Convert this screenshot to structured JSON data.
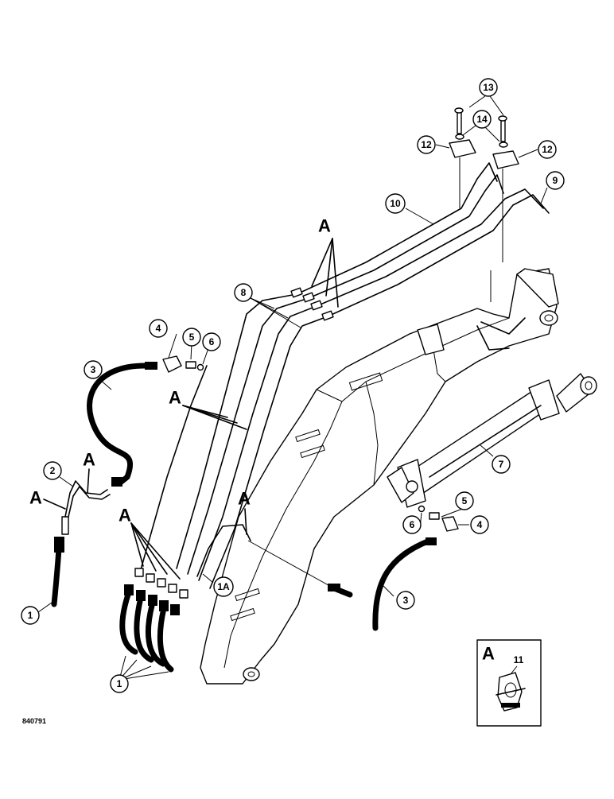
{
  "drawing_number": "840791",
  "callouts": [
    {
      "id": "c13",
      "label": "13"
    },
    {
      "id": "c14",
      "label": "14"
    },
    {
      "id": "c12a",
      "label": "12"
    },
    {
      "id": "c12b",
      "label": "12"
    },
    {
      "id": "c9",
      "label": "9"
    },
    {
      "id": "c10",
      "label": "10"
    },
    {
      "id": "c8",
      "label": "8"
    },
    {
      "id": "c4a",
      "label": "4"
    },
    {
      "id": "c5a",
      "label": "5"
    },
    {
      "id": "c6a",
      "label": "6"
    },
    {
      "id": "c3a",
      "label": "3"
    },
    {
      "id": "c2",
      "label": "2"
    },
    {
      "id": "c1a",
      "label": "1"
    },
    {
      "id": "c1b",
      "label": "1"
    },
    {
      "id": "c1A",
      "label": "1A"
    },
    {
      "id": "c7",
      "label": "7"
    },
    {
      "id": "c5b",
      "label": "5"
    },
    {
      "id": "c6b",
      "label": "6"
    },
    {
      "id": "c4b",
      "label": "4"
    },
    {
      "id": "c3b",
      "label": "3"
    }
  ],
  "reference_letters": [
    {
      "id": "a1",
      "label": "A"
    },
    {
      "id": "a2",
      "label": "A"
    },
    {
      "id": "a3",
      "label": "A"
    },
    {
      "id": "a4",
      "label": "A"
    },
    {
      "id": "a5",
      "label": "A"
    },
    {
      "id": "a6",
      "label": "A"
    }
  ],
  "detail_inset": {
    "letter": "A",
    "part_label": "11"
  }
}
